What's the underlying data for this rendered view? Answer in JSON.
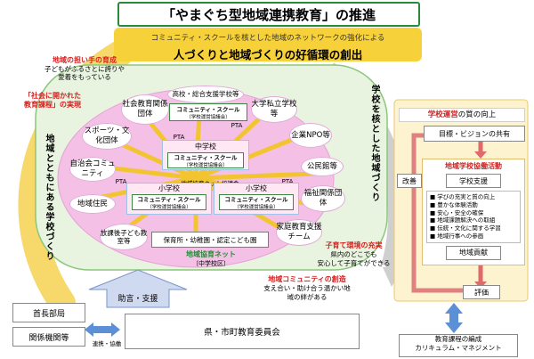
{
  "title": "「やまぐち型地域連携教育」の推進",
  "subtitle": {
    "line1": "コミュニティ・スクールを核とした地域のネットワークの強化による",
    "line2": "人づくりと地域づくりの好循環の創出"
  },
  "left": {
    "note1_title": "地域の担い手の育成",
    "note1_body": "子どもがふるさとに誇りや愛着をもっている",
    "note2_title": "「社会に開かれた教育課程」の実現",
    "arc_label": "地域とともにある学校づくり"
  },
  "right": {
    "arc_label": "学校を核とした地域づくり",
    "note1_title": "子育て環境の充実",
    "note1_body_1": "県内のどこでも",
    "note1_body_2": "安心して子育てができる",
    "note2_title": "地域コミュニティの創造",
    "note2_body": "支え合い・助け合う温かい地域の絆がある"
  },
  "network": {
    "clouds": {
      "high_school": "高校・総合支援学校等",
      "university": "大学私立学校等",
      "company": "企業NPO等",
      "public_hall": "公民館等",
      "welfare": "福祉関係団体",
      "family_ed": "家庭教育支援チーム",
      "nursery": "保育所・幼稚園・認定こども園",
      "after_school": "放課後子ども教室等",
      "residents": "地域住民",
      "neighborhood": "自治会コミュニティ",
      "sports": "スポーツ・文化団体",
      "social_ed": "社会教育関係団体"
    },
    "cs_label": "コミュニティ・スクール",
    "council_label": "（学校運営協議会）",
    "pta": "PTA",
    "middle_school": "中学校",
    "elementary": "小学校",
    "regional_council": "地域協育ネット協議会",
    "net_name": "地域協育ネット",
    "net_area": "〔中学校区〕"
  },
  "support": {
    "arrow_label": "助言・支援",
    "board": "県・市町教育委員会",
    "mayor": "首長部局",
    "agencies": "関係機関等",
    "collab": "連携・協働"
  },
  "school_mgmt": {
    "heading_red": "学校運営",
    "heading_rest": "の質の向上",
    "vision": "目標・ビジョンの共有",
    "activity_title": "地域学校協働活動",
    "support_label": "学校支援",
    "improve": "改善",
    "items": [
      "学びの充実と質の向上",
      "豊かな体験活動",
      "安心・安全の確保",
      "地域課題解決への取組",
      "伝統・文化に関する学習",
      "地域行事への参画"
    ],
    "contribution": "地域貢献",
    "evaluation": "評価",
    "curriculum_1": "教育課程の編成",
    "curriculum_2": "カリキュラム・マネジメント"
  },
  "colors": {
    "green": "#3a8a44",
    "yellow": "#f7d13a",
    "pink_network": "#f2b6e4",
    "red_arrow": "#d9534f",
    "blue_arrow": "#5b8fd6"
  }
}
